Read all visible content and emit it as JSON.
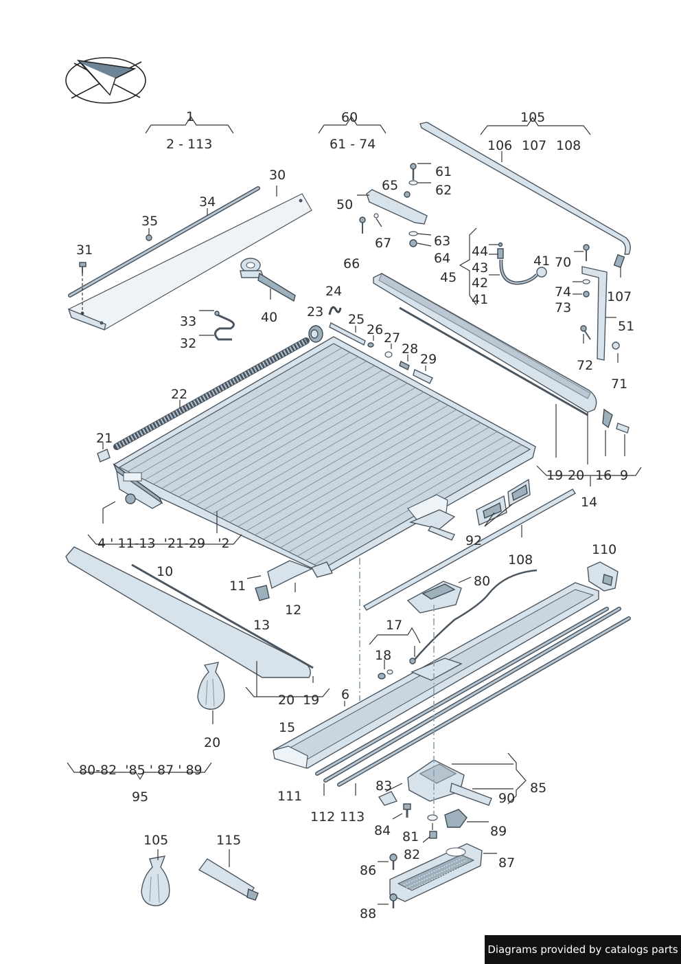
{
  "labels": {
    "l1": "1",
    "l2_113": "2 - 113",
    "l60": "60",
    "l61_74": "61 - 74",
    "l105_top": "105",
    "l106": "106",
    "l107_top": "107",
    "l108_top": "108",
    "l30": "30",
    "l34": "34",
    "l35": "35",
    "l31": "31",
    "l40": "40",
    "l33": "33",
    "l32": "32",
    "l61": "61",
    "l65": "65",
    "l62": "62",
    "l50": "50",
    "l63": "63",
    "l67": "67",
    "l64": "64",
    "l66": "66",
    "l44": "44",
    "l43": "43",
    "l45": "45",
    "l42": "42",
    "l41a": "41",
    "l41b": "41",
    "l70": "70",
    "l74": "74",
    "l73": "73",
    "l107": "107",
    "l51": "51",
    "l72": "72",
    "l71": "71",
    "l24": "24",
    "l23": "23",
    "l25": "25",
    "l26": "26",
    "l27": "27",
    "l28": "28",
    "l29": "29",
    "l22": "22",
    "l21": "21",
    "l19a": "19",
    "l20a": "20",
    "l16": "16",
    "l9": "9",
    "l14": "14",
    "lgroup1": "4 ' 11-13  '21-29   '2",
    "l92": "92",
    "l108": "108",
    "l110": "110",
    "l80": "80",
    "l10": "10",
    "l11": "11",
    "l12": "12",
    "l13": "13",
    "l17": "17",
    "l18": "18",
    "l6": "6",
    "l20b": "20",
    "l19b": "19",
    "l15": "15",
    "l20c": "20",
    "lgroup2": "80-82  '85 ' 87 ' 89",
    "l95": "95",
    "l111": "111",
    "l112": "112",
    "l113": "113",
    "l83": "83",
    "l85": "85",
    "l90": "90",
    "l84": "84",
    "l81": "81",
    "l89": "89",
    "l82": "82",
    "l86": "86",
    "l87": "87",
    "l88": "88",
    "l105_bottom": "105",
    "l115": "115"
  },
  "footer": "Diagrams provided by catalogs parts"
}
